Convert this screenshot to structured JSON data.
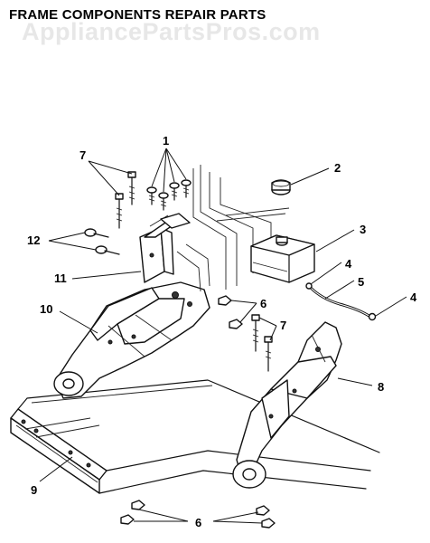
{
  "title": "FRAME COMPONENTS REPAIR PARTS",
  "watermark": "AppliancePartsPros.com",
  "callouts": {
    "c1": "1",
    "c2": "2",
    "c3": "3",
    "c4a": "4",
    "c4b": "4",
    "c5": "5",
    "c6a": "6",
    "c6b": "6",
    "c7a": "7",
    "c7b": "7",
    "c8": "8",
    "c9": "9",
    "c10": "10",
    "c11": "11",
    "c12": "12"
  }
}
